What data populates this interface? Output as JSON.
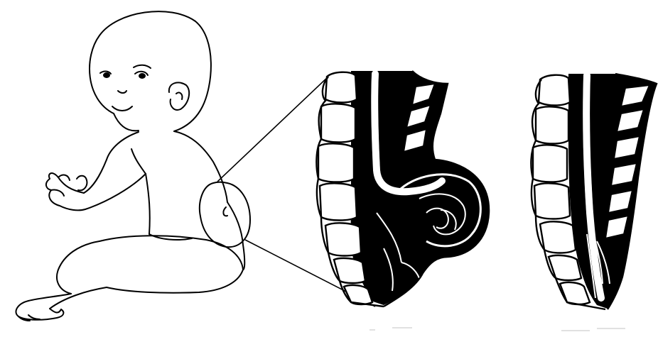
{
  "figure": {
    "ink_color": "#000000",
    "paper_color": "#ffffff",
    "panels": [
      {
        "id": "infant",
        "icon": "infant-with-lumbar-sac-icon"
      },
      {
        "id": "affected-spine",
        "icon": "spine-section-with-protruding-sac-icon"
      },
      {
        "id": "normal-spine",
        "icon": "normal-spine-section-icon"
      }
    ]
  }
}
